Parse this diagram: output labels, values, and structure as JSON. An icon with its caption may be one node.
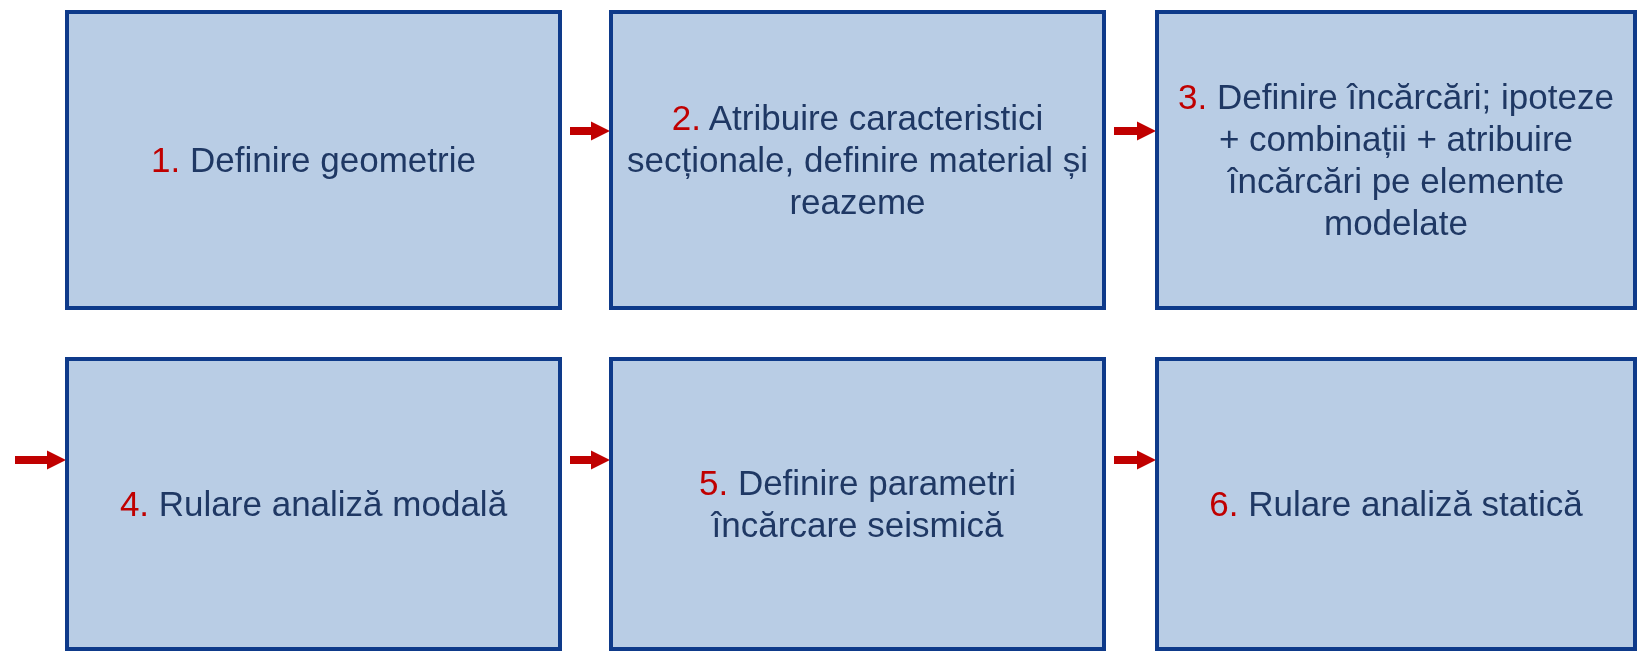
{
  "diagram": {
    "nodes": [
      {
        "text": [
          "1. Definire geometrie"
        ]
      },
      {
        "text": [
          "2. Atribuire caracteristici secționale, definire material și reazeme"
        ]
      },
      {
        "text": [
          "3. Definire încărcări; ipoteze + combinații + atribuire încărcări pe elemente modelate"
        ]
      },
      {
        "text": [
          "4. Rulare analiză modală"
        ]
      },
      {
        "text": [
          "5. Definire parametri încărcare seismică"
        ]
      },
      {
        "text": [
          "6. Rulare analiză statică"
        ]
      }
    ],
    "edges": [
      {
        "from": 0,
        "to": 1,
        "arrow": "to"
      },
      {
        "from": 1,
        "to": 2,
        "arrow": "to"
      },
      {
        "from": null,
        "to": 3,
        "arrow": "to"
      },
      {
        "from": 3,
        "to": 4,
        "arrow": "to"
      },
      {
        "from": 4,
        "to": 5,
        "arrow": "to"
      }
    ]
  }
}
